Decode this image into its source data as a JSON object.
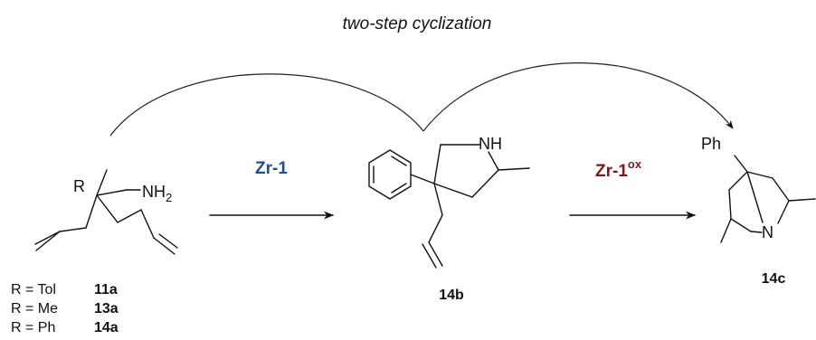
{
  "title": "two-step cyclization",
  "colors": {
    "zr1": "#1f4e8c",
    "zr1ox": "#7a1a1a",
    "ink": "#111111"
  },
  "step1": {
    "reagent": "Zr-1"
  },
  "step2": {
    "reagent": "Zr-1",
    "reagent_sup": "ox"
  },
  "substrate": {
    "r_label": "R",
    "amine_main": "NH",
    "amine_sub": "2"
  },
  "intermediate": {
    "nh_label": "NH",
    "label": "14b"
  },
  "product": {
    "ph_label": "Ph",
    "n_label": "N",
    "label": "14c"
  },
  "legend": [
    {
      "r": "R = Tol",
      "compound": "11a"
    },
    {
      "r": "R = Me",
      "compound": "13a"
    },
    {
      "r": "R = Ph",
      "compound": "14a"
    }
  ]
}
